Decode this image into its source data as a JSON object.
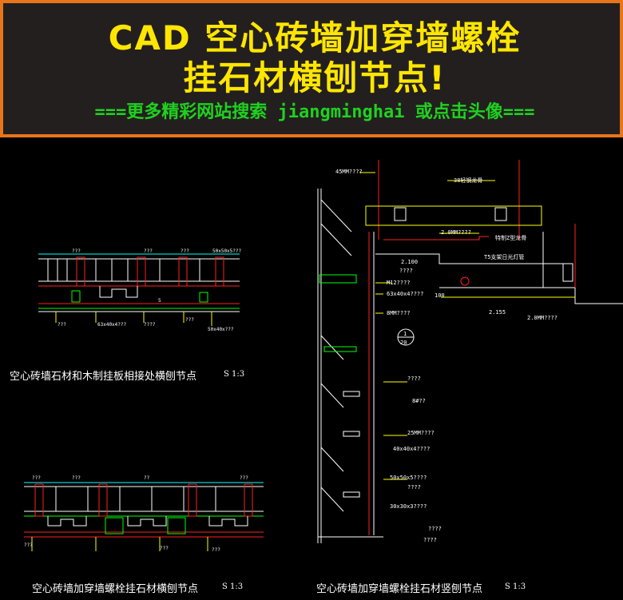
{
  "banner": {
    "title_line1": "CAD 空心砖墙加穿墙螺栓",
    "title_line2": "挂石材横刨节点!",
    "subline": "===更多精彩网站搜索 jiangminghai 或点击头像==="
  },
  "captions": {
    "top_left": "空心砖墙石材和木制挂板相接处横刨节点",
    "top_left_scale": "S 1:3",
    "bottom_left": "空心砖墙加穿墙螺栓挂石材横刨节点",
    "bottom_left_scale": "S 1:3",
    "bottom_right": "空心砖墙加穿墙螺栓挂石材竖刨节点",
    "bottom_right_scale": "S 1:3"
  },
  "annotations": {
    "a1": "45MM????",
    "a2": "38轻钢龙骨",
    "a3": "2.0MM????",
    "a4": "特制Z型龙骨",
    "a5": "T5支架日光灯管",
    "a6": "M12????",
    "a7": "63x40x4????",
    "a8": "8MM????",
    "a9": "2.0MM????",
    "a10": "????",
    "a11": "????",
    "a12": "8#??",
    "a13": "25MM????",
    "a14": "40x40x4????",
    "a15": "50x50x5????",
    "a16": "30x30x3????",
    "a17": "????",
    "a18": "????",
    "a19": "????",
    "detail_num": "1",
    "detail_den": "20",
    "dim_100": "100",
    "dim_2100": "2.100",
    "dim_2155": "2.155"
  },
  "colors": {
    "banner_border": "#e8751a",
    "banner_bg": "#231f1f",
    "title": "#ffe600",
    "subline": "#1fd11f",
    "cad_red": "#ff2020",
    "cad_yellow": "#ffff00",
    "cad_green": "#00ff00",
    "cad_white": "#ffffff",
    "cad_cyan": "#00ffff"
  }
}
